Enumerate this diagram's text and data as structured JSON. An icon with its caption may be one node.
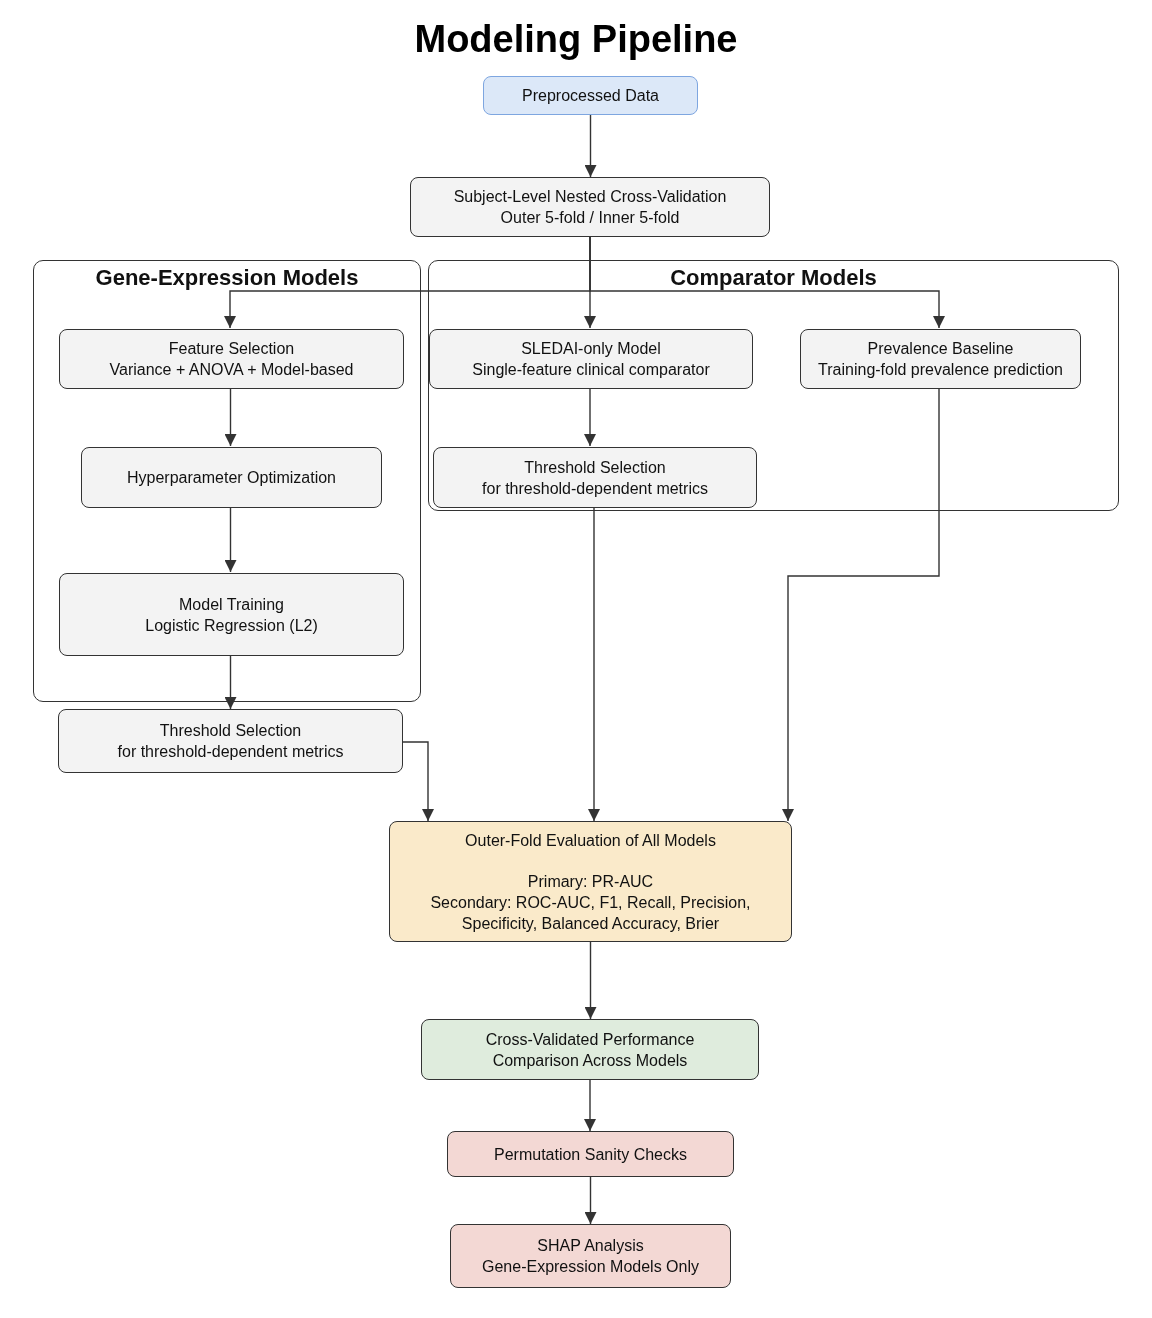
{
  "diagram": {
    "title": "Modeling Pipeline",
    "nodes": [
      {
        "text": [
          "Preprocessed Data"
        ]
      },
      {
        "text": [
          "Subject-Level Nested Cross-Validation",
          "Outer 5-fold / Inner 5-fold"
        ]
      },
      {
        "text": [
          "Gene-Expression Models"
        ]
      },
      {
        "text": [
          "Comparator Models"
        ]
      },
      {
        "text": [
          "Feature Selection",
          "Variance + ANOVA + Model-based"
        ],
        "in": 2
      },
      {
        "text": [
          "Hyperparameter Optimization"
        ],
        "in": 2
      },
      {
        "text": [
          "Model Training",
          "Logistic Regression (L2)"
        ],
        "in": 2
      },
      {
        "text": [
          "Threshold Selection",
          "for threshold-dependent metrics"
        ]
      },
      {
        "text": [
          "SLEDAI-only Model",
          "Single-feature clinical comparator"
        ],
        "in": 3
      },
      {
        "text": [
          "Prevalence Baseline",
          "Training-fold prevalence prediction"
        ],
        "in": 3
      },
      {
        "text": [
          "Threshold Selection",
          "for threshold-dependent metrics"
        ],
        "in": 3
      },
      {
        "text": [
          "Outer-Fold Evaluation of All Models",
          "Primary: PR-AUC",
          "Secondary: ROC-AUC, F1, Recall, Precision, Specificity, Balanced Accuracy, Brier"
        ]
      },
      {
        "text": [
          "Cross-Validated Performance",
          "Comparison Across Models"
        ]
      },
      {
        "text": [
          "Permutation Sanity Checks"
        ]
      },
      {
        "text": [
          "SHAP Analysis",
          "Gene-Expression Models Only"
        ]
      }
    ],
    "edges": [
      {
        "from": 0,
        "to": 1,
        "arrow": "to"
      },
      {
        "from": 1,
        "to": 4,
        "arrow": "to"
      },
      {
        "from": 1,
        "to": 8,
        "arrow": "to"
      },
      {
        "from": 1,
        "to": 9,
        "arrow": "to"
      },
      {
        "from": 4,
        "to": 5,
        "arrow": "to"
      },
      {
        "from": 5,
        "to": 6,
        "arrow": "to"
      },
      {
        "from": 6,
        "to": 7,
        "arrow": "to"
      },
      {
        "from": 8,
        "to": 10,
        "arrow": "to"
      },
      {
        "from": 7,
        "to": 11,
        "arrow": "to"
      },
      {
        "from": 10,
        "to": 11,
        "arrow": "to"
      },
      {
        "from": 9,
        "to": 11,
        "arrow": "to"
      },
      {
        "from": 11,
        "to": 12,
        "arrow": "to"
      },
      {
        "from": 12,
        "to": 13,
        "arrow": "to"
      },
      {
        "from": 13,
        "to": 14,
        "arrow": "to"
      }
    ]
  }
}
